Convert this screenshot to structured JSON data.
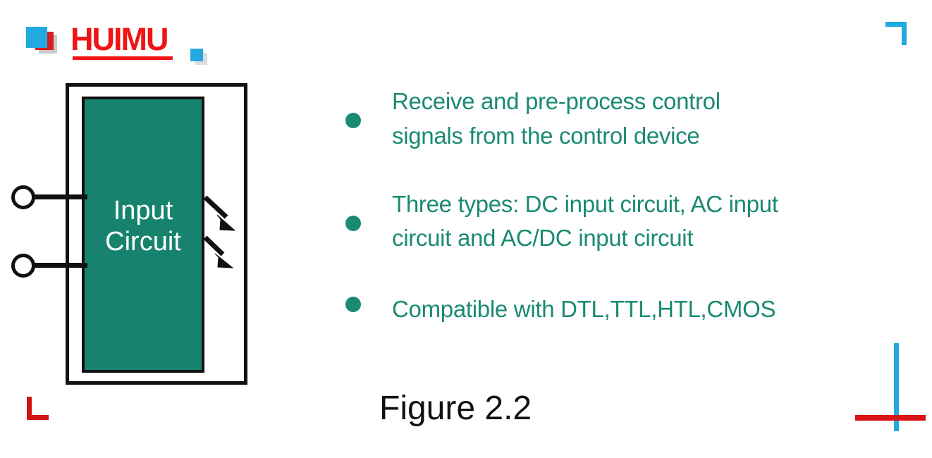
{
  "logo": {
    "wordmark": "HUIMU",
    "square_blue_color": "#22a9e0",
    "square_red_color": "#d81f1f",
    "wordmark_color": "#f01414"
  },
  "diagram": {
    "block_label": "Input\nCircuit",
    "block_fill_color": "#17836e",
    "terminal_count": 2,
    "arrow_count": 2
  },
  "bullets": [
    {
      "text": "Receive and pre-process control\nsignals from the control device"
    },
    {
      "text": " Three types: DC input circuit, AC input\ncircuit and AC/DC input circuit"
    },
    {
      "text": "Compatible with DTL,TTL,HTL,CMOS"
    }
  ],
  "caption": "Figure 2.2",
  "corner_marks": {
    "top_right_color": "#22a9e0",
    "bottom_left_color": "#cf1414",
    "bottom_right_vertical_color": "#22a9e0",
    "bottom_right_horizontal_color": "#d81414"
  },
  "theme": {
    "accent_teal": "#1a8a72",
    "accent_red": "#f01414",
    "accent_blue": "#22a9e0",
    "ink": "#111111",
    "background": "#ffffff"
  }
}
